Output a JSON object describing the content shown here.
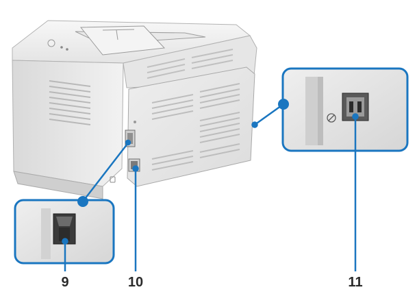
{
  "figure": {
    "subject": "printer-rear-view",
    "accent_color": "#1a76c0",
    "callouts": [
      {
        "id": "power-switch",
        "label": "9"
      },
      {
        "id": "power-receptacle",
        "label": "10"
      },
      {
        "id": "usb-port",
        "label": "11"
      }
    ]
  }
}
